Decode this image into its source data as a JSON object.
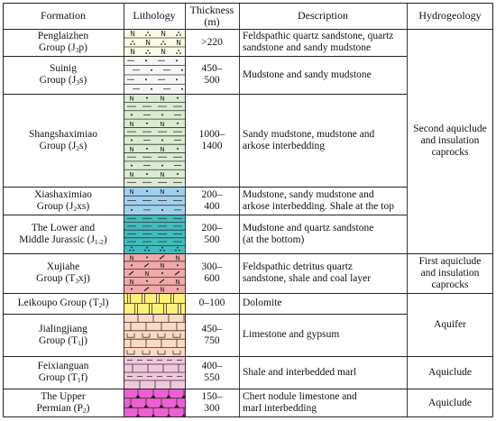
{
  "headers": [
    "Formation",
    "Lithology",
    "Thickness (m)",
    "Description",
    "Hydrogeology"
  ],
  "header_thickness_lines": [
    "Thickness",
    "(m)"
  ],
  "rows": [
    {
      "formation_lines": [
        [
          "Penglaizhen",
          ""
        ],
        [
          "Group (J",
          "3",
          "p)"
        ]
      ],
      "thickness_lines": [
        ">220"
      ],
      "description_lines": [
        "Feldspathic quartz sandstone, quartz",
        "sandstone and sandy mudstone"
      ],
      "lithology": {
        "color": "#fbfbe6",
        "pattern": "sandstone-N"
      }
    },
    {
      "formation_lines": [
        [
          "Suinig",
          ""
        ],
        [
          "Group (J",
          "3",
          "s)"
        ]
      ],
      "thickness_lines": [
        "450–",
        "500"
      ],
      "description_lines": [
        "Mudstone and sandy mudstone"
      ],
      "lithology": {
        "color": "#f6f6f6",
        "pattern": "sandy-mudstone"
      }
    },
    {
      "formation_lines": [
        [
          "Shangshaximiao",
          ""
        ],
        [
          "Group (J",
          "2",
          "s)"
        ]
      ],
      "thickness_lines": [
        "1000–",
        "1400"
      ],
      "description_lines": [
        "Sandy mudstone, mudstone and",
        "arkose interbedding"
      ],
      "lithology": {
        "color": "#d9ecd2",
        "pattern": "arkose-mudstone"
      }
    },
    {
      "formation_lines": [
        [
          "Xiashaximiao",
          ""
        ],
        [
          "Group (J",
          "2",
          "xs)"
        ]
      ],
      "thickness_lines": [
        "200–",
        "400"
      ],
      "description_lines": [
        "Mudstone, sandy mudstone and",
        "arkose interbedding. Shale at the top"
      ],
      "lithology": {
        "color": "#9fd1ef",
        "pattern": "mudstone-arkose"
      }
    },
    {
      "formation_lines": [
        [
          "The Lower and",
          ""
        ],
        [
          "Middle Jurassic (J",
          "1-2",
          ")"
        ]
      ],
      "thickness_lines": [
        "200–",
        "500"
      ],
      "description_lines": [
        "Mudstone and quartz sandstone",
        "(at the bottom)"
      ],
      "lithology": {
        "color": "#3fbdbf",
        "pattern": "mudstone-sandstone"
      }
    },
    {
      "formation_lines": [
        [
          "Xujiahe",
          ""
        ],
        [
          "Group (T",
          "3",
          "xj)"
        ]
      ],
      "thickness_lines": [
        "300–",
        "600"
      ],
      "description_lines": [
        "Feldspathic detritus quartz",
        "sandstone, shale and coal layer"
      ],
      "lithology": {
        "color": "#f2a9a9",
        "pattern": "detritus-sandstone"
      }
    },
    {
      "formation_lines": [
        [
          "Leikoupo Group (T",
          "2",
          "l)"
        ]
      ],
      "thickness_lines": [
        "0–100"
      ],
      "description_lines": [
        "Dolomite"
      ],
      "lithology": {
        "color": "#fcf07a",
        "pattern": "dolomite"
      }
    },
    {
      "formation_lines": [
        [
          "Jialingjiang",
          ""
        ],
        [
          "Group (T",
          "1",
          "j)"
        ]
      ],
      "thickness_lines": [
        "450–",
        "750"
      ],
      "description_lines": [
        "Limestone and gypsum"
      ],
      "lithology": {
        "color": "#fbd9c2",
        "pattern": "limestone-gypsum"
      }
    },
    {
      "formation_lines": [
        [
          "Feixianguan",
          ""
        ],
        [
          "Group (T",
          "1",
          "f)"
        ]
      ],
      "thickness_lines": [
        "400–",
        "550"
      ],
      "description_lines": [
        "Shale and interbedded marl"
      ],
      "lithology": {
        "color": "#f2c6dc",
        "pattern": "shale-marl"
      }
    },
    {
      "formation_lines": [
        [
          "The Upper",
          ""
        ],
        [
          "Permian (P",
          "2",
          ")"
        ]
      ],
      "thickness_lines": [
        "150–",
        "300"
      ],
      "description_lines": [
        "Chert nodule limestone and",
        "marl interbedding"
      ],
      "lithology": {
        "color": "#ee5fd3",
        "pattern": "chert-limestone"
      }
    }
  ],
  "hydrogeology": [
    {
      "lines": [
        "Second aquiclude",
        "and insulation",
        "caprocks"
      ],
      "rows": [
        0,
        4
      ]
    },
    {
      "lines": [
        "First aquiclude",
        "and insulation",
        "caprocks"
      ],
      "rows": [
        5,
        5
      ]
    },
    {
      "lines": [
        "Aquifer"
      ],
      "rows": [
        6,
        7
      ]
    },
    {
      "lines": [
        "Aquiclude"
      ],
      "rows": [
        8,
        8
      ]
    },
    {
      "lines": [
        "Aquiclude"
      ],
      "rows": [
        9,
        9
      ]
    }
  ]
}
